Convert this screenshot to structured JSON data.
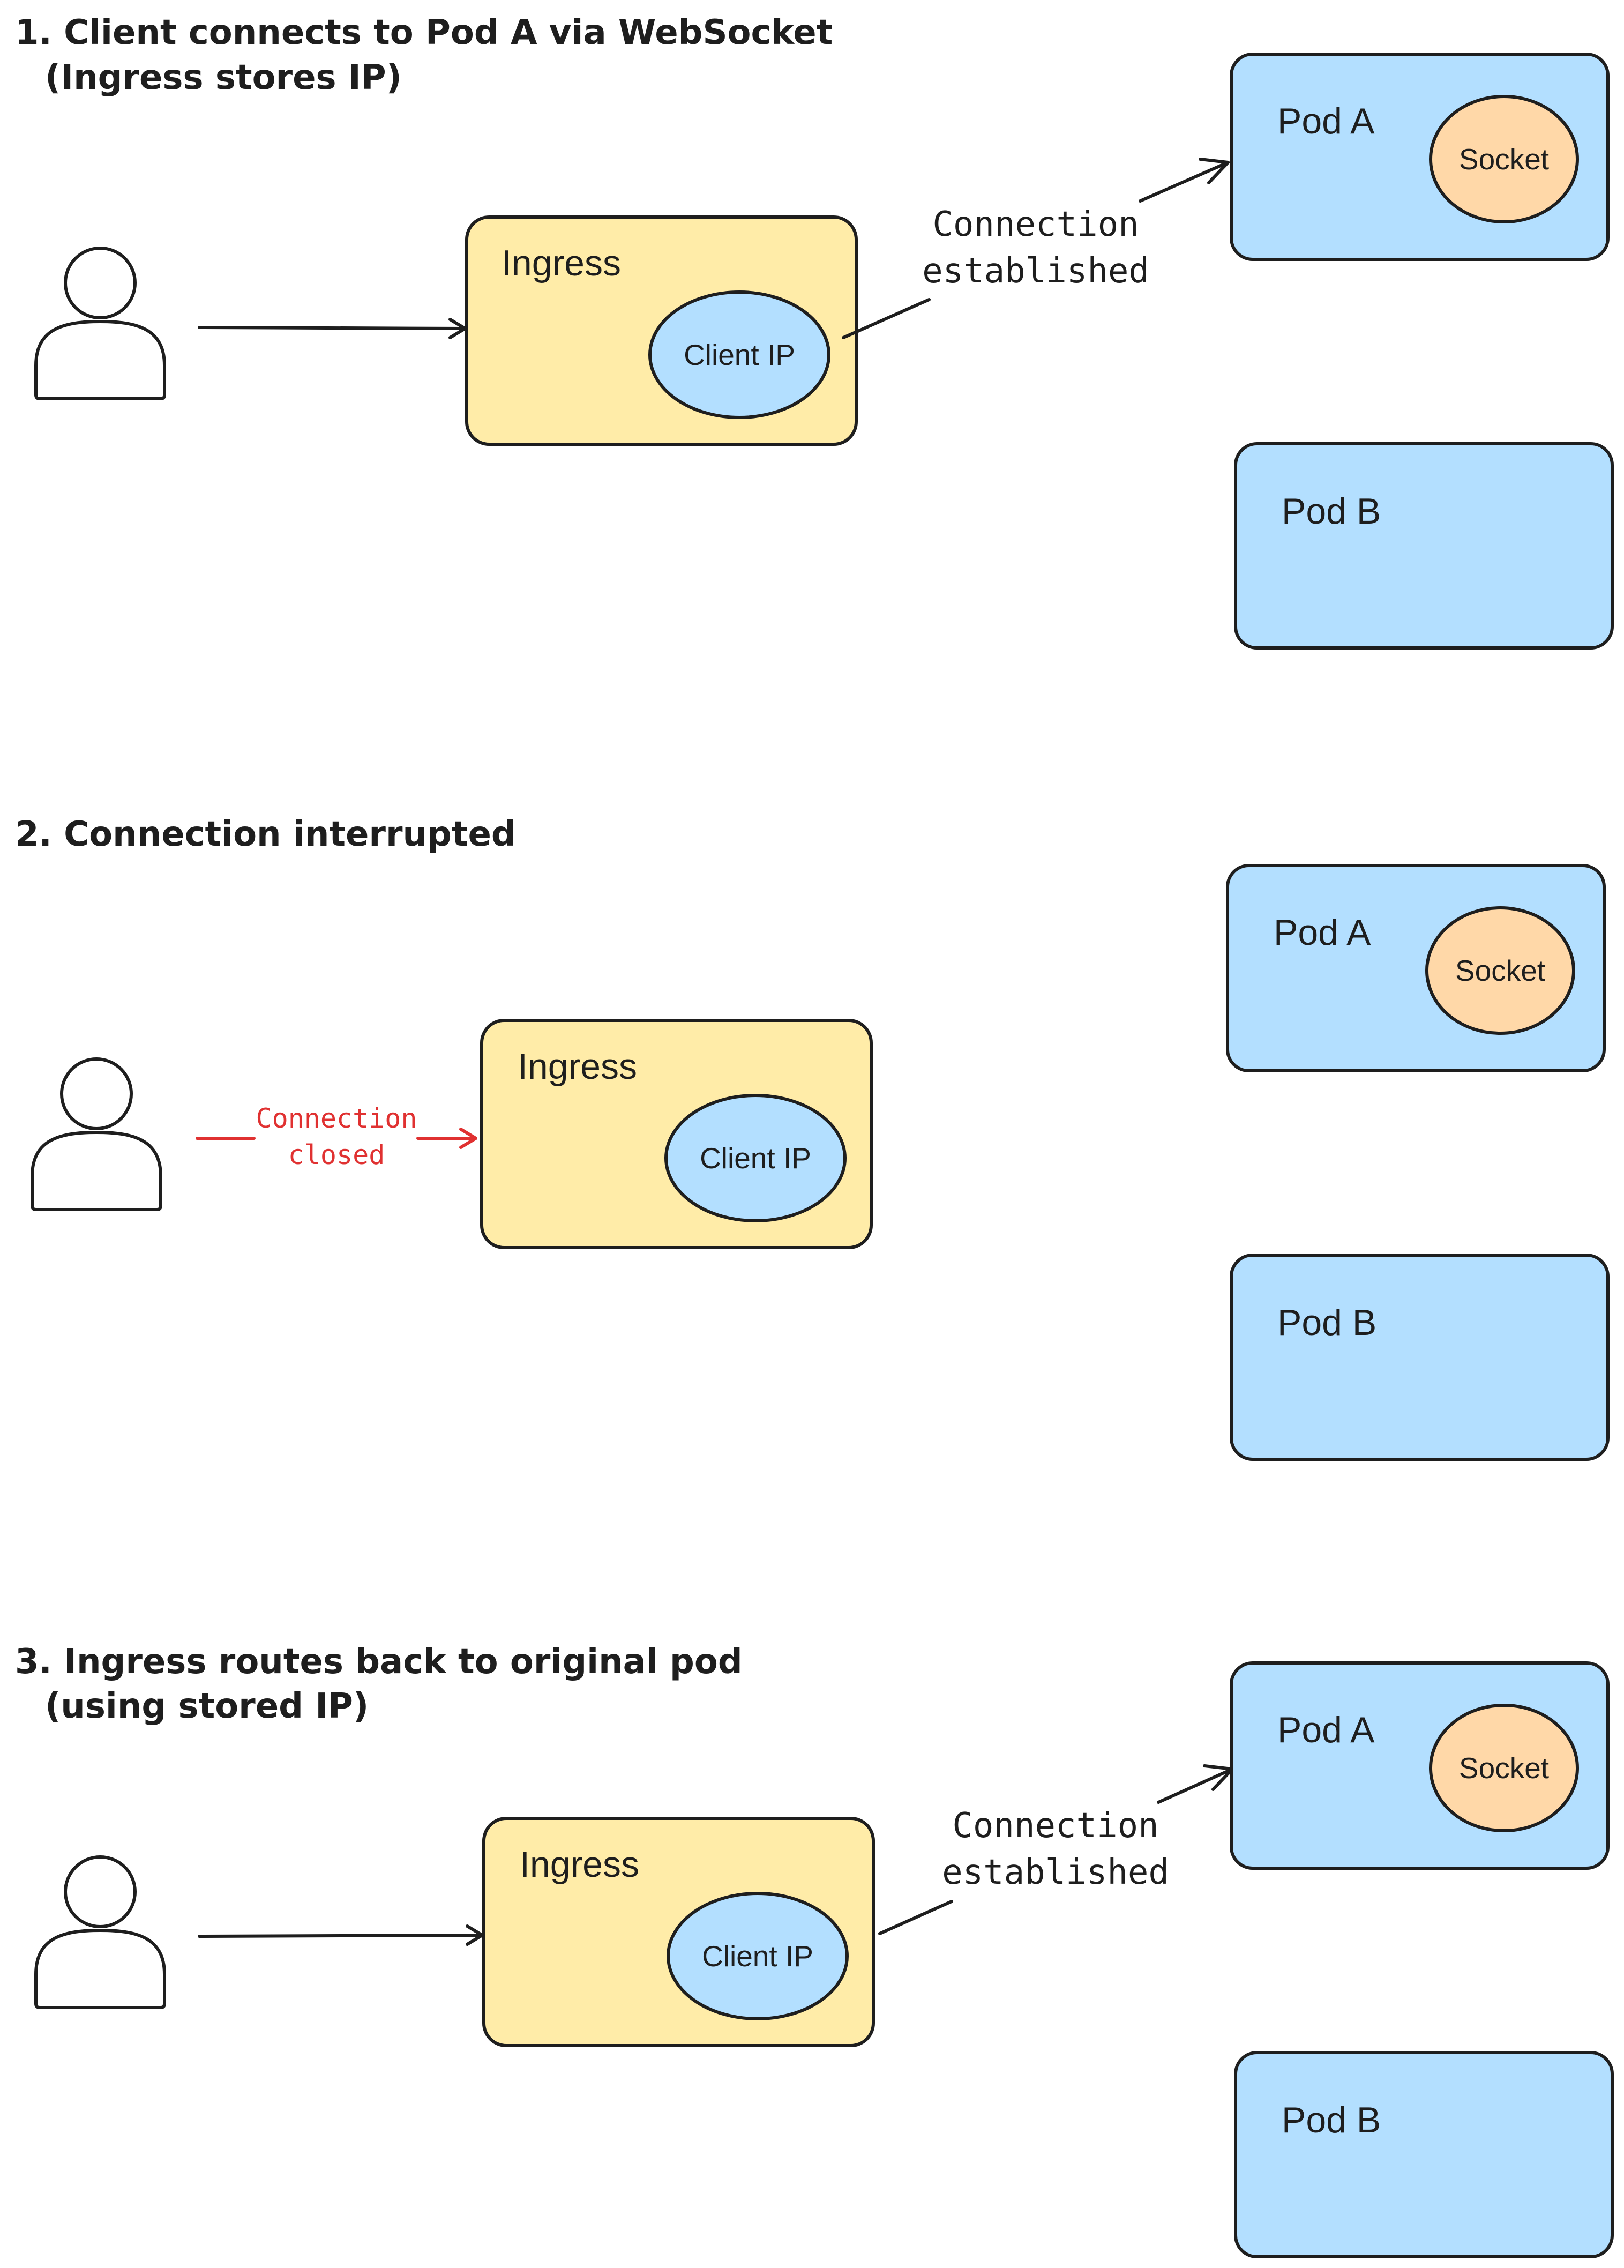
{
  "colors": {
    "stroke": "#1e1e1e",
    "ingress_fill": "#ffeca8",
    "pod_fill": "#b3dfff",
    "client_ip_fill": "#b3dfff",
    "socket_fill": "#ffd8a8",
    "closed_red": "#e03131"
  },
  "icons": {
    "user": "user-icon"
  },
  "steps": [
    {
      "title_line1": "1. Client connects to Pod A via WebSocket",
      "title_line2": "(Ingress stores IP)",
      "ingress_label": "Ingress",
      "client_ip_label": "Client IP",
      "pod_a_label": "Pod A",
      "socket_label": "Socket",
      "pod_b_label": "Pod B",
      "connection_line1": "Connection",
      "connection_line2": "established"
    },
    {
      "title_line1": "2. Connection interrupted",
      "ingress_label": "Ingress",
      "client_ip_label": "Client IP",
      "pod_a_label": "Pod A",
      "socket_label": "Socket",
      "pod_b_label": "Pod B",
      "closed_line1": "Connection",
      "closed_line2": "closed"
    },
    {
      "title_line1": "3. Ingress routes back to original pod",
      "title_line2": "(using stored IP)",
      "ingress_label": "Ingress",
      "client_ip_label": "Client IP",
      "pod_a_label": "Pod A",
      "socket_label": "Socket",
      "pod_b_label": "Pod B",
      "connection_line1": "Connection",
      "connection_line2": "established"
    }
  ]
}
